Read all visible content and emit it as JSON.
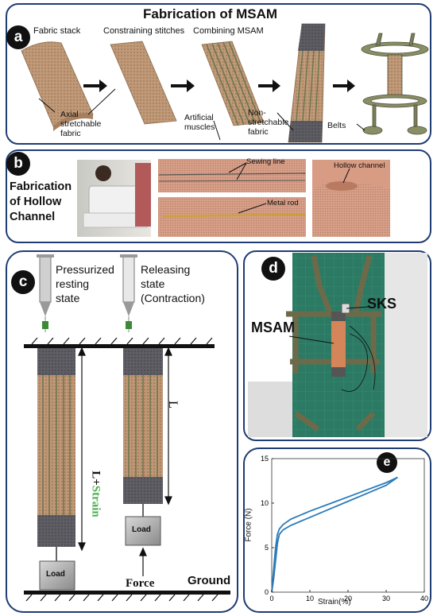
{
  "colors": {
    "panel_border": "#1f3c73",
    "fabric": "#b89070",
    "muscle_line": "#6b7550",
    "grey_fabric": "#5a5a5e",
    "curve": "#2a7ab8",
    "strain_text": "#4caf50"
  },
  "panel_a": {
    "badge": "a",
    "title": "Fabrication of MSAM",
    "steps": [
      "Fabric stack",
      "Constraining stitches",
      "Combining MSAM"
    ],
    "labels": {
      "axial": "Axial\nstretchable\nfabric",
      "muscles": "Artificial\nmuscles",
      "non_stretch": "Non-\nstretchable\nfabric",
      "belts": "Belts"
    }
  },
  "panel_b": {
    "badge": "b",
    "title": "Fabrication\nof Hollow\nChannel",
    "labels": {
      "sewing": "Sewing line",
      "rod": "Metal rod",
      "hollow": "Hollow channel"
    }
  },
  "panel_c": {
    "badge": "c",
    "state1": "Pressurized\nresting\nstate",
    "state2": "Releasing\nstate\n(Contraction)",
    "length_strain": "L+Strain",
    "length": "L",
    "load": "Load",
    "force": "Force",
    "ground": "Ground"
  },
  "panel_d": {
    "badge": "d",
    "labels": {
      "sks": "SKS",
      "msam": "MSAM"
    }
  },
  "panel_e": {
    "badge": "e"
  },
  "chart_data": {
    "type": "line",
    "xlabel": "Strain(%)",
    "ylabel": "Force (N)",
    "xlim": [
      0,
      40
    ],
    "ylim": [
      0,
      15
    ],
    "xticks": [
      0,
      10,
      20,
      30,
      40
    ],
    "yticks": [
      0,
      5,
      10,
      15
    ],
    "series": [
      {
        "x": [
          0,
          0.5,
          1.0,
          1.5,
          2.0,
          3,
          5,
          10,
          15,
          20,
          25,
          30,
          33
        ],
        "values": [
          0,
          2.5,
          5.0,
          6.5,
          7.1,
          7.6,
          8.2,
          9.1,
          9.9,
          10.7,
          11.5,
          12.3,
          12.9
        ]
      },
      {
        "x": [
          33,
          30,
          25,
          20,
          15,
          10,
          5,
          3,
          2,
          1.5,
          1.0,
          0.5,
          0
        ],
        "values": [
          12.9,
          12.0,
          11.1,
          10.2,
          9.3,
          8.4,
          7.5,
          7.0,
          6.5,
          5.5,
          3.5,
          1.5,
          0
        ]
      }
    ],
    "grid": false
  }
}
